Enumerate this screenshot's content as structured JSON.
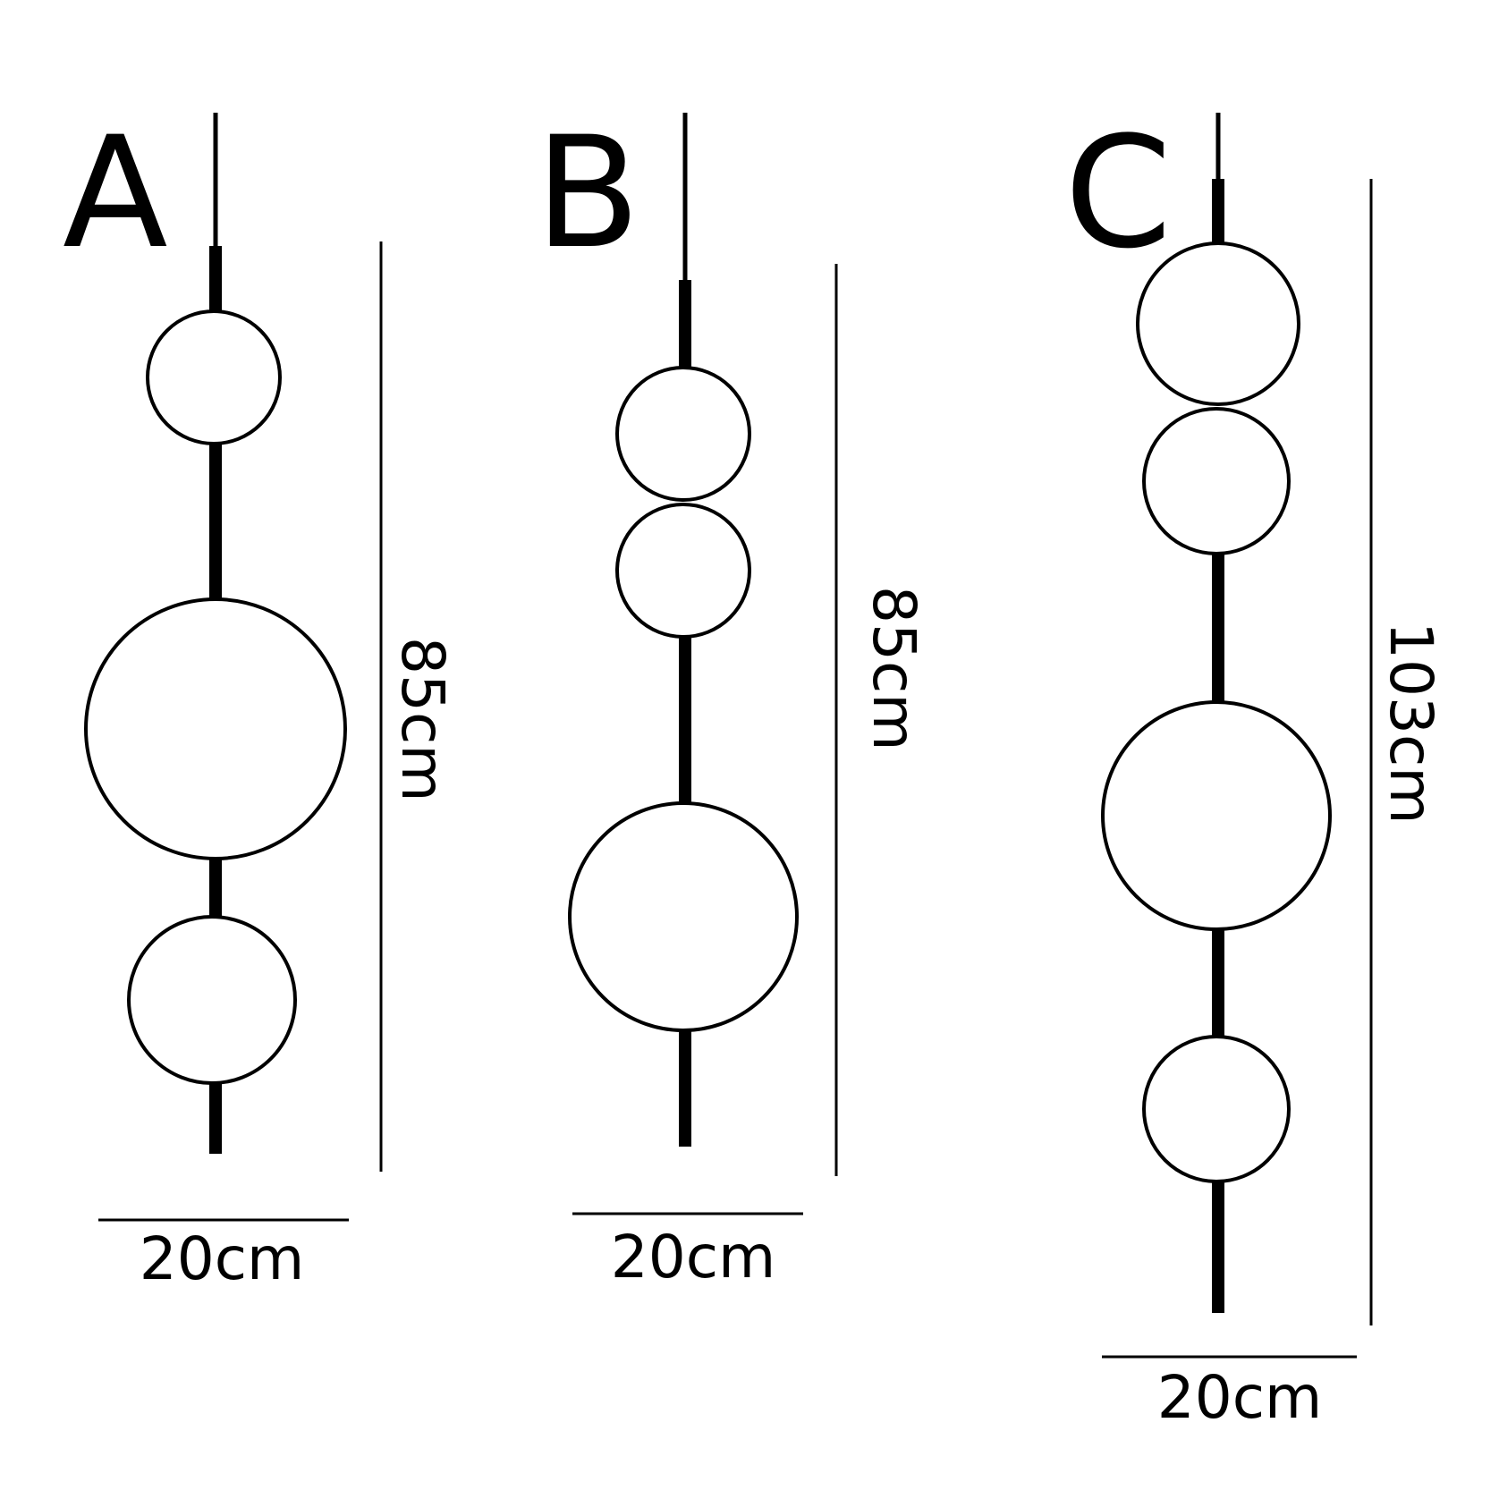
{
  "variants": [
    {
      "letter": "A",
      "height_label": "85cm",
      "width_label": "20cm"
    },
    {
      "letter": "B",
      "height_label": "85cm",
      "width_label": "20cm"
    },
    {
      "letter": "C",
      "height_label": "103cm",
      "width_label": "20cm"
    }
  ],
  "colors": {
    "line": "#000000",
    "background": "#ffffff"
  }
}
